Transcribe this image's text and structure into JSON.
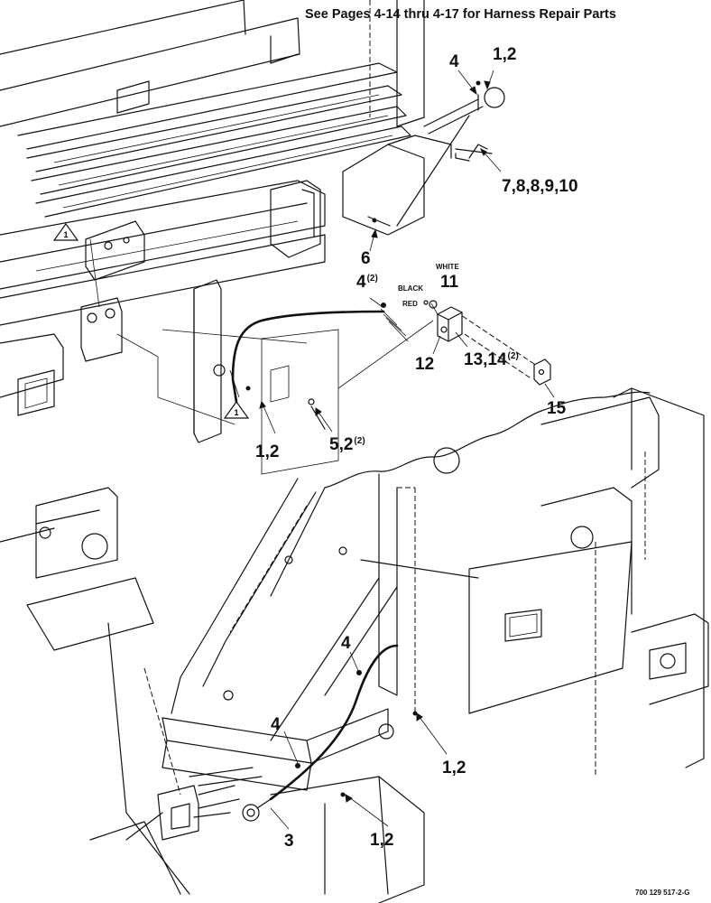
{
  "header": {
    "note": "See Pages 4-14 thru 4-17 for Harness Repair Parts"
  },
  "footer": {
    "figure_code": "700 129 517-2-G"
  },
  "callouts": {
    "c_top_4": "4",
    "c_top_12": "1,2",
    "c_top_7to10": "7,8,8,9,10",
    "c_6": "6",
    "c_4x2": {
      "main": "4",
      "qty": "(2)"
    },
    "c_11": "11",
    "c_12": "12",
    "c_13_14": {
      "main": "13,14",
      "qty": "(2)"
    },
    "c_15": "15",
    "c_mid_12": "1,2",
    "c_5_2": {
      "main": "5,2",
      "qty": "(2)"
    },
    "c_low_4a": "4",
    "c_low_4b": "4",
    "c_low_12a": "1,2",
    "c_low_3": "3",
    "c_low_12b": "1,2"
  },
  "wire_colors": {
    "white": "WHITE",
    "black": "BLACK",
    "red": "RED"
  },
  "reference_triangles": [
    "1",
    "1"
  ]
}
